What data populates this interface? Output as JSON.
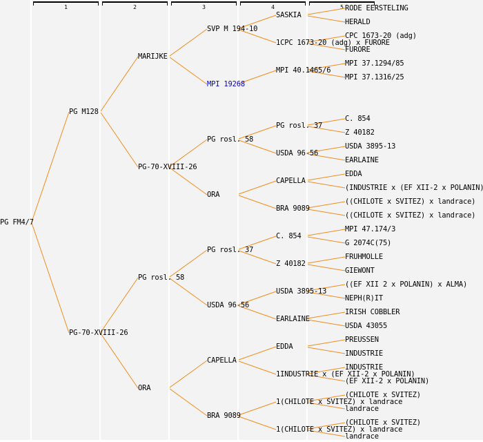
{
  "columns": [
    "1",
    "2",
    "3",
    "4",
    "5"
  ],
  "colors": {
    "background": "#f3f3f3",
    "line": "#f08c1e",
    "text": "#000000",
    "link": "#0000cc"
  },
  "tree": {
    "label": "PG FM4/7",
    "children": [
      {
        "label": "PG M128",
        "children": [
          {
            "label": "MARIJKE",
            "children": [
              {
                "label": "SVP M 194-10",
                "children": [
                  {
                    "label": "SASKIA",
                    "children": [
                      {
                        "label": "RODE EERSTELING"
                      },
                      {
                        "label": "HERALD"
                      }
                    ]
                  },
                  {
                    "label": "1CPC 1673-20 (adg) x FURORE",
                    "children": [
                      {
                        "label": "CPC 1673-20 (adg)"
                      },
                      {
                        "label": "FURORE"
                      }
                    ]
                  }
                ]
              },
              {
                "label": "MPI 19268",
                "link": true,
                "children": [
                  {
                    "label": "MPI 40.1465/6",
                    "children": [
                      {
                        "label": "MPI 37.1294/85"
                      },
                      {
                        "label": "MPI 37.1316/25"
                      }
                    ]
                  }
                ]
              }
            ]
          },
          {
            "label": "PG-70-XVIII-26",
            "children": [
              {
                "label": "PG rosl. 58",
                "children": [
                  {
                    "label": "PG rosl. 37",
                    "children": [
                      {
                        "label": "C. 854"
                      },
                      {
                        "label": "Z 40182"
                      }
                    ]
                  },
                  {
                    "label": "USDA 96-56",
                    "children": [
                      {
                        "label": "USDA 3895-13"
                      },
                      {
                        "label": "EARLAINE"
                      }
                    ]
                  }
                ]
              },
              {
                "label": "ORA",
                "children": [
                  {
                    "label": "CAPELLA",
                    "children": [
                      {
                        "label": "EDDA"
                      },
                      {
                        "label": "(INDUSTRIE x (EF XII-2 x POLANIN))"
                      }
                    ]
                  },
                  {
                    "label": "BRA 9089",
                    "children": [
                      {
                        "label": "((CHILOTE x SVITEZ) x landrace)"
                      },
                      {
                        "label": "((CHILOTE x SVITEZ) x landrace)"
                      }
                    ]
                  }
                ]
              }
            ]
          }
        ]
      },
      {
        "label": "PG-70-XVIII-26",
        "children": [
          {
            "label": "PG rosl. 58",
            "children": [
              {
                "label": "PG rosl. 37",
                "children": [
                  {
                    "label": "C. 854",
                    "children": [
                      {
                        "label": "MPI 47.174/3"
                      },
                      {
                        "label": "G 2074C(75)"
                      }
                    ]
                  },
                  {
                    "label": "Z 40182",
                    "children": [
                      {
                        "label": "FRUHMOLLE"
                      },
                      {
                        "label": "GIEWONT"
                      }
                    ]
                  }
                ]
              },
              {
                "label": "USDA 96-56",
                "children": [
                  {
                    "label": "USDA 3895-13",
                    "children": [
                      {
                        "label": "((EF XII 2 x POLANIN) x ALMA)"
                      },
                      {
                        "label": "NEPH(R)IT"
                      }
                    ]
                  },
                  {
                    "label": "EARLAINE",
                    "children": [
                      {
                        "label": "IRISH COBBLER"
                      },
                      {
                        "label": "USDA 43055"
                      }
                    ]
                  }
                ]
              }
            ]
          },
          {
            "label": "ORA",
            "children": [
              {
                "label": "CAPELLA",
                "children": [
                  {
                    "label": "EDDA",
                    "children": [
                      {
                        "label": "PREUSSEN"
                      },
                      {
                        "label": "INDUSTRIE"
                      }
                    ]
                  },
                  {
                    "label": "1INDUSTRIE x (EF XII-2 x POLANIN)",
                    "children": [
                      {
                        "label": "INDUSTRIE"
                      },
                      {
                        "label": "(EF XII-2 x POLANIN)"
                      }
                    ]
                  }
                ]
              },
              {
                "label": "BRA 9089",
                "children": [
                  {
                    "label": "1(CHILOTE x SVITEZ) x landrace",
                    "children": [
                      {
                        "label": "(CHILOTE x SVITEZ)"
                      },
                      {
                        "label": "landrace"
                      }
                    ]
                  },
                  {
                    "label": "1(CHILOTE x SVITEZ) x landrace",
                    "children": [
                      {
                        "label": "(CHILOTE x SVITEZ)"
                      },
                      {
                        "label": "landrace"
                      }
                    ]
                  }
                ]
              }
            ]
          }
        ]
      }
    ]
  }
}
